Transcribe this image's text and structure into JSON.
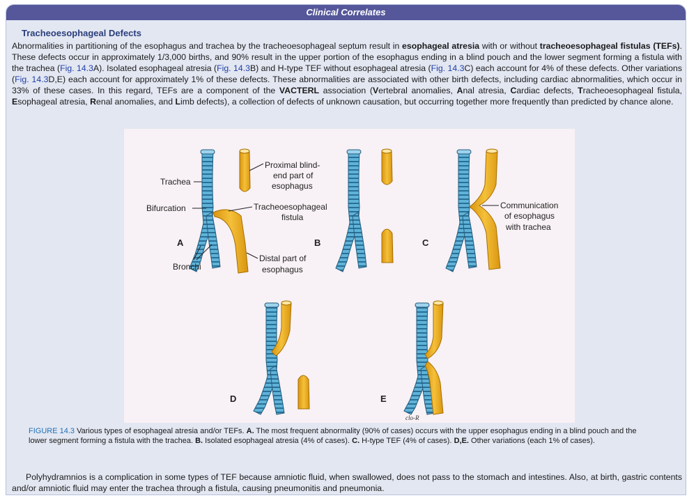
{
  "header": {
    "title": "Clinical Correlates"
  },
  "section": {
    "title": "Tracheoesophageal Defects"
  },
  "para1": {
    "s1": "Abnormalities in partitioning of the esophagus and trachea by the tracheoesophageal septum result in ",
    "b1": "esophageal atresia",
    "s2": " with or without ",
    "b2": "tracheoesophageal fistulas (TEFs)",
    "s3": ". These defects occur in approximately 1/3,000 births, and 90% result in the upper portion of the esophagus ending in a blind pouch and the lower segment forming a fistula with the trachea (",
    "ref1": "Fig. 14.3",
    "s4": "A). Isolated esophageal atresia (",
    "ref2": "Fig. 14.3",
    "s5": "B) and H-type TEF without esophageal atresia (",
    "ref3": "Fig. 14.3",
    "s6": "C) each account for 4% of these defects. Other variations (",
    "ref4": "Fig. 14.3",
    "s7": "D,E) each account for approximately 1% of these defects. These abnormalities are associated with other birth defects, including cardiac abnormalities, which occur in 33% of these cases. In this regard, TEFs are a component of the ",
    "b3": "VACTERL",
    "s8": " association (",
    "v": "V",
    "t1": "ertebral anomalies, ",
    "a": "A",
    "t2": "nal atresia, ",
    "c": "C",
    "t3": "ardiac defects, ",
    "tr": "T",
    "t4": "racheoesophageal fistula, ",
    "e": "E",
    "t5": "sophageal atresia, ",
    "r": "R",
    "t6": "enal anomalies, and ",
    "l": "L",
    "t7": "imb defects), a collection of defects of unknown causation, but occurring together more frequently than predicted by chance alone."
  },
  "figure": {
    "labels": {
      "trachea": "Trachea",
      "bifurcation": "Bifurcation",
      "bronchi": "Bronchi",
      "proximal_1": "Proximal blind-",
      "proximal_2": "end part of",
      "proximal_3": "esophagus",
      "tef_1": "Tracheoesophageal",
      "tef_2": "fistula",
      "distal_1": "Distal part of",
      "distal_2": "esophagus",
      "comm_1": "Communication",
      "comm_2": "of esophagus",
      "comm_3": "with trachea",
      "A": "A",
      "B": "B",
      "C": "C",
      "D": "D",
      "E": "E",
      "signature": "clo-R"
    },
    "colors": {
      "trachea": "#5fb3d9",
      "esophagus": "#f0b429",
      "background": "#f8f1f5"
    }
  },
  "caption": {
    "label": "FIGURE 14.3",
    "c1": " Various types of esophageal atresia and/or TEFs. ",
    "bA": "A.",
    "c2": " The most frequent abnormality (90% of cases) occurs with the upper esophagus ending in a blind pouch and the lower segment forming a fistula with the trachea. ",
    "bB": "B.",
    "c3": " Isolated esophageal atresia (4% of cases). ",
    "bC": "C.",
    "c4": " H-type TEF (4% of cases). ",
    "bDE": "D,E.",
    "c5": " Other variations (each 1% of cases)."
  },
  "para2": {
    "text": "Polyhydramnios is a complication in some types of TEF because amniotic fluid, when swallowed, does not pass to the stomach and intestines. Also, at birth, gastric contents and/or amniotic fluid may enter the trachea through a fistula, causing pneumonitis and pneumonia."
  }
}
